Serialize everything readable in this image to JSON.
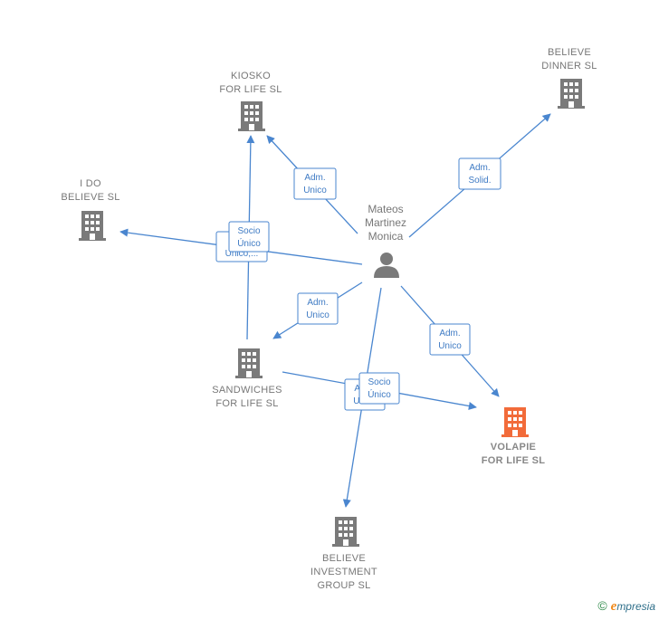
{
  "person": {
    "lines": [
      "Mateos",
      "Martinez",
      "Monica"
    ]
  },
  "companies": [
    {
      "id": "kiosko",
      "lines": [
        "KIOSKO",
        "FOR LIFE  SL"
      ],
      "highlight": false
    },
    {
      "id": "believe-dinner",
      "lines": [
        "BELIEVE",
        "DINNER  SL"
      ],
      "highlight": false
    },
    {
      "id": "ido",
      "lines": [
        "I DO",
        "BELIEVE SL"
      ],
      "highlight": false
    },
    {
      "id": "sandwiches",
      "lines": [
        "SANDWICHES",
        "FOR LIFE  SL"
      ],
      "highlight": false
    },
    {
      "id": "volapie",
      "lines": [
        "VOLAPIE",
        "FOR LIFE  SL"
      ],
      "highlight": true
    },
    {
      "id": "believe-investment",
      "lines": [
        "BELIEVE",
        "INVESTMENT",
        "GROUP SL"
      ],
      "highlight": false
    }
  ],
  "edges": [
    {
      "id": "person-kiosko",
      "label": [
        "Adm.",
        "Unico"
      ]
    },
    {
      "id": "person-dinner",
      "label": [
        "Adm.",
        "Solid."
      ]
    },
    {
      "id": "person-ido",
      "label": [
        "Adm.",
        "Unico,..."
      ]
    },
    {
      "id": "sandwiches-kiosko",
      "label": [
        "Socio",
        "Único"
      ]
    },
    {
      "id": "person-sandwiches",
      "label": [
        "Adm.",
        "Unico"
      ]
    },
    {
      "id": "person-volapie",
      "label": [
        "Adm.",
        "Unico"
      ]
    },
    {
      "id": "sandwiches-volapie",
      "label": [
        "Adm.",
        "Unico"
      ]
    },
    {
      "id": "person-investment",
      "label": [
        "Socio",
        "Único"
      ]
    }
  ],
  "colors": {
    "edge": "#4a86cf",
    "building": "#7a7a7a",
    "highlight": "#f26b3a",
    "person": "#7a7a7a"
  },
  "brand": {
    "copyright": "©",
    "initial": "e",
    "name": "mpresia"
  }
}
